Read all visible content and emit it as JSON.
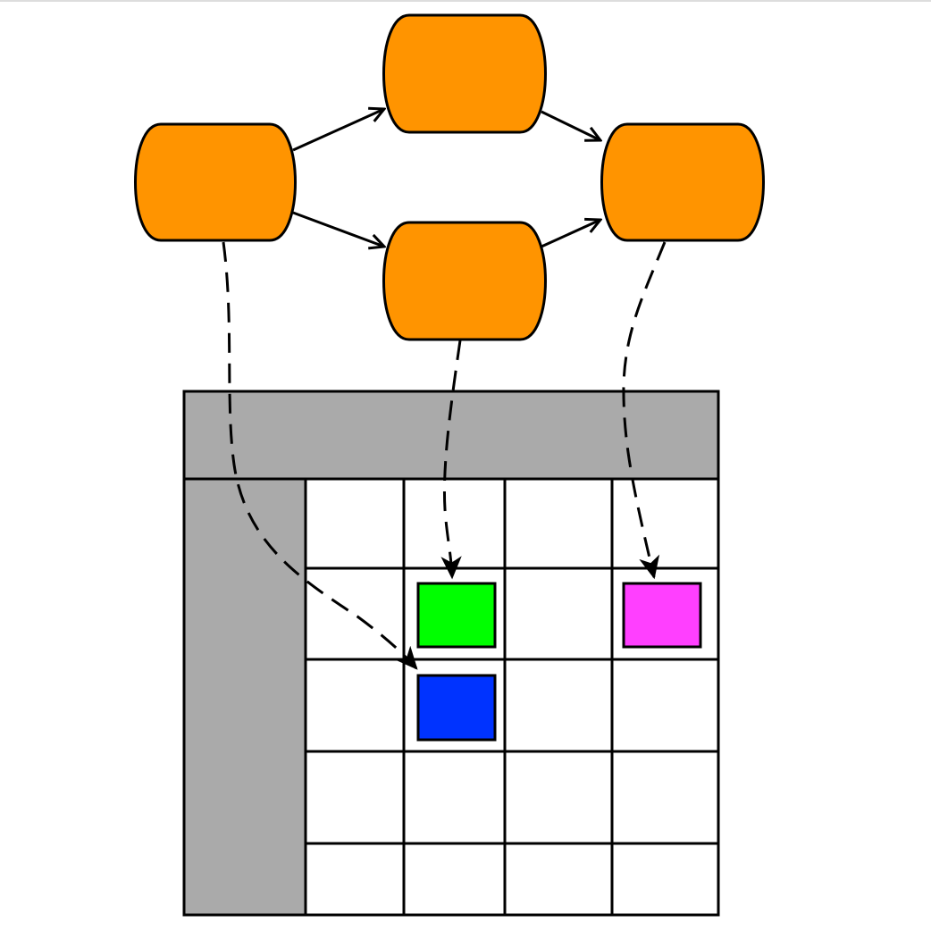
{
  "colors": {
    "node_fill": "#ff9400",
    "header_fill": "#aaaaaa",
    "grid_fill": "#ffffff",
    "cell_colors": [
      "#00ff00",
      "#ff3fff",
      "#0033ff"
    ]
  },
  "diagram": {
    "nodes": [
      {
        "id": "n1",
        "label": ""
      },
      {
        "id": "n2",
        "label": ""
      },
      {
        "id": "n3",
        "label": ""
      },
      {
        "id": "n4",
        "label": ""
      }
    ],
    "edges": [
      {
        "from": "n1",
        "to": "n2"
      },
      {
        "from": "n1",
        "to": "n3"
      },
      {
        "from": "n2",
        "to": "n4"
      },
      {
        "from": "n3",
        "to": "n4"
      }
    ],
    "mappings": [
      {
        "from": "n1",
        "to_cell": "blue",
        "style": "dashed"
      },
      {
        "from": "n3",
        "to_cell": "green",
        "style": "dashed"
      },
      {
        "from": "n4",
        "to_cell": "magenta",
        "style": "dashed"
      }
    ],
    "matrix": {
      "rows": 5,
      "cols": 4,
      "filled_cells": [
        {
          "row": 2,
          "col": 2,
          "color": "green"
        },
        {
          "row": 2,
          "col": 4,
          "color": "magenta"
        },
        {
          "row": 3,
          "col": 2,
          "color": "blue"
        }
      ]
    }
  }
}
